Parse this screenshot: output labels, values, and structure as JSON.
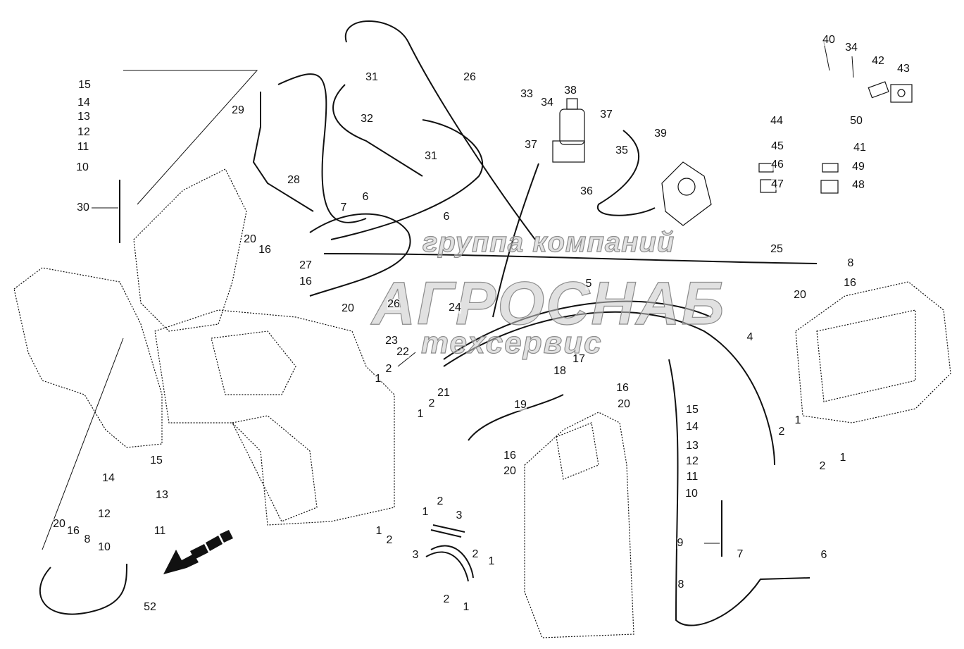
{
  "watermark": {
    "line1": "группа компаний",
    "line2": "АГРОСНАБ",
    "line3": "техсервис"
  },
  "callouts": [
    "40",
    "34",
    "42",
    "43",
    "44",
    "50",
    "45",
    "41",
    "46",
    "49",
    "47",
    "48",
    "38",
    "33",
    "34",
    "37",
    "39",
    "37",
    "35",
    "36",
    "26",
    "31",
    "32",
    "31",
    "29",
    "28",
    "7",
    "6",
    "6",
    "15",
    "14",
    "13",
    "12",
    "11",
    "10",
    "30",
    "20",
    "16",
    "27",
    "16",
    "20",
    "26",
    "24",
    "23",
    "22",
    "2",
    "1",
    "21",
    "2",
    "1",
    "25",
    "8",
    "16",
    "20",
    "5",
    "4",
    "18",
    "17",
    "16",
    "20",
    "19",
    "16",
    "20",
    "15",
    "14",
    "13",
    "12",
    "11",
    "10",
    "9",
    "7",
    "8",
    "6",
    "2",
    "1",
    "2",
    "1",
    "15",
    "14",
    "13",
    "12",
    "11",
    "10",
    "20",
    "16",
    "8",
    "52",
    "1",
    "2",
    "3",
    "1",
    "2",
    "3",
    "2",
    "1",
    "2",
    "1"
  ],
  "colors": {
    "line": "#111111",
    "watermark": "#8c8c8c"
  },
  "icons": [
    "direction-arrow-icon"
  ]
}
